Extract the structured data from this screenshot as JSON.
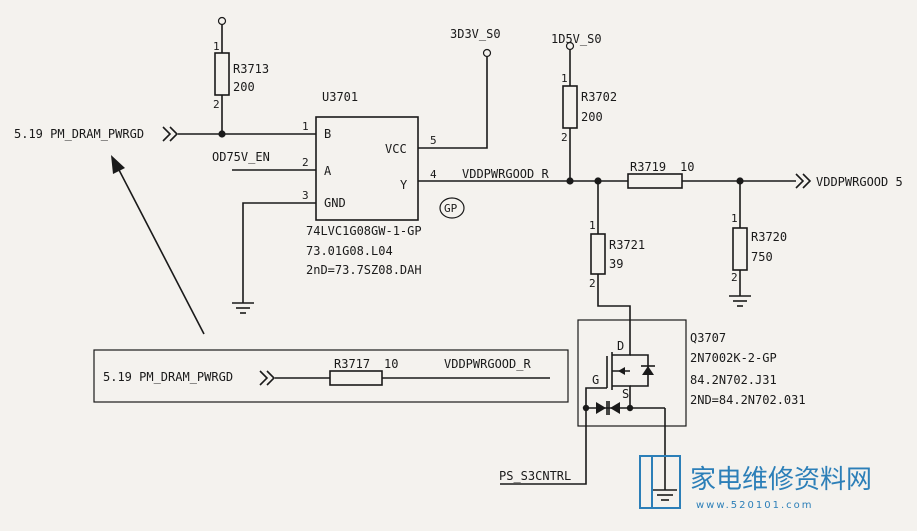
{
  "power_rails": {
    "top_pin": "",
    "rail_3d3v": "3D3V_S0",
    "rail_1d5v": "1D5V_S0"
  },
  "resistors": {
    "r3713": {
      "ref": "R3713",
      "value": "200",
      "pin1": "1",
      "pin2": "2"
    },
    "r3702": {
      "ref": "R3702",
      "value": "200",
      "pin1": "1",
      "pin2": "2"
    },
    "r3719": {
      "ref": "R3719",
      "value": "10"
    },
    "r3720": {
      "ref": "R3720",
      "value": "750",
      "pin1": "1",
      "pin2": "2"
    },
    "r3721": {
      "ref": "R3721",
      "value": "39",
      "pin1": "1",
      "pin2": "2"
    },
    "r3717": {
      "ref": "R3717",
      "value": "10"
    }
  },
  "u3701": {
    "ref": "U3701",
    "pin_b": "B",
    "pin_b_num": "1",
    "pin_a": "A",
    "pin_a_num": "2",
    "pin_gnd": "GND",
    "pin_gnd_num": "3",
    "pin_vcc": "VCC",
    "pin_vcc_num": "5",
    "pin_y": "Y",
    "pin_y_num": "4",
    "part": "74LVC1G08GW-1-GP",
    "pn": "73.01G08.L04",
    "pn2": "2nD=73.7SZ08.DAH",
    "gp_badge": "GP"
  },
  "nets": {
    "pm_dram_pwrgd": "5.19 PM_DRAM_PWRGD",
    "od75v_en": "OD75V_EN",
    "vddpwrgood_r": "VDDPWRGOOD_R",
    "vddpwrgood_out": "VDDPWRGOOD 5",
    "ps_s3cntrl": "PS_S3CNTRL"
  },
  "q3707": {
    "ref": "Q3707",
    "part": "2N7002K-2-GP",
    "pn": "84.2N702.J31",
    "pn2": "2ND=84.2N702.031",
    "pin_d": "D",
    "pin_g": "G",
    "pin_s": "S"
  },
  "inset": {
    "net_in": "5.19 PM_DRAM_PWRGD",
    "res_ref": "R3717",
    "res_val": "10",
    "net_out": "VDDPWRGOOD_R"
  },
  "watermark": {
    "text": "家电维修资料网",
    "url": "www.520101.com"
  }
}
